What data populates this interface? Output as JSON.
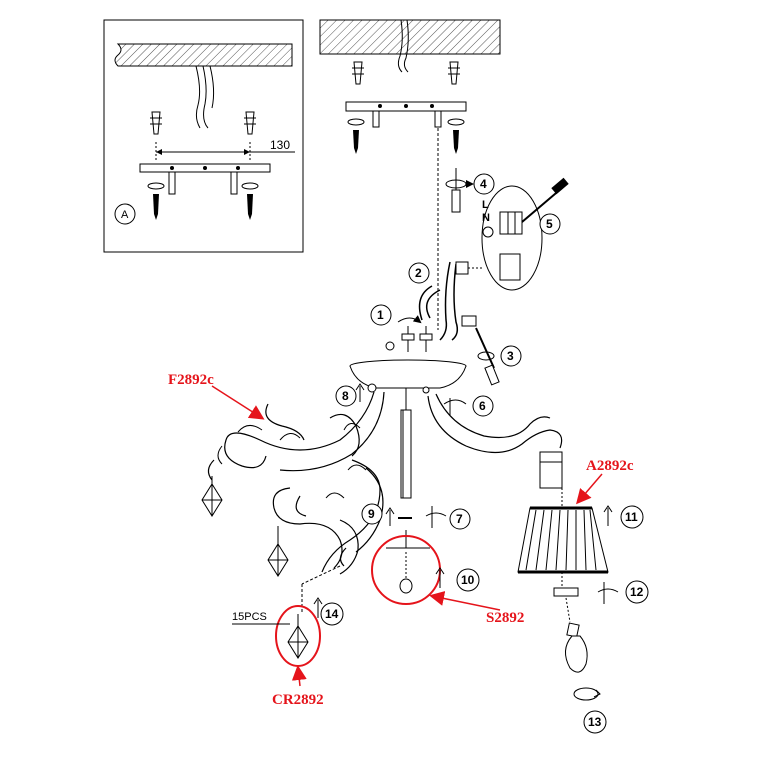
{
  "inset": {
    "label": "A",
    "dimension": "130"
  },
  "steps": [
    "1",
    "2",
    "3",
    "4",
    "5",
    "6",
    "7",
    "8",
    "9",
    "10",
    "11",
    "12",
    "13",
    "14"
  ],
  "wiring": {
    "live": "L",
    "neutral": "N"
  },
  "parts": {
    "frame": "F2892c",
    "shade": "A2892c",
    "center": "S2892",
    "crystal": "CR2892"
  },
  "crystal_count": "15PCS",
  "colors": {
    "line": "#000000",
    "accent": "#e5141b",
    "hatch": "#555555"
  }
}
